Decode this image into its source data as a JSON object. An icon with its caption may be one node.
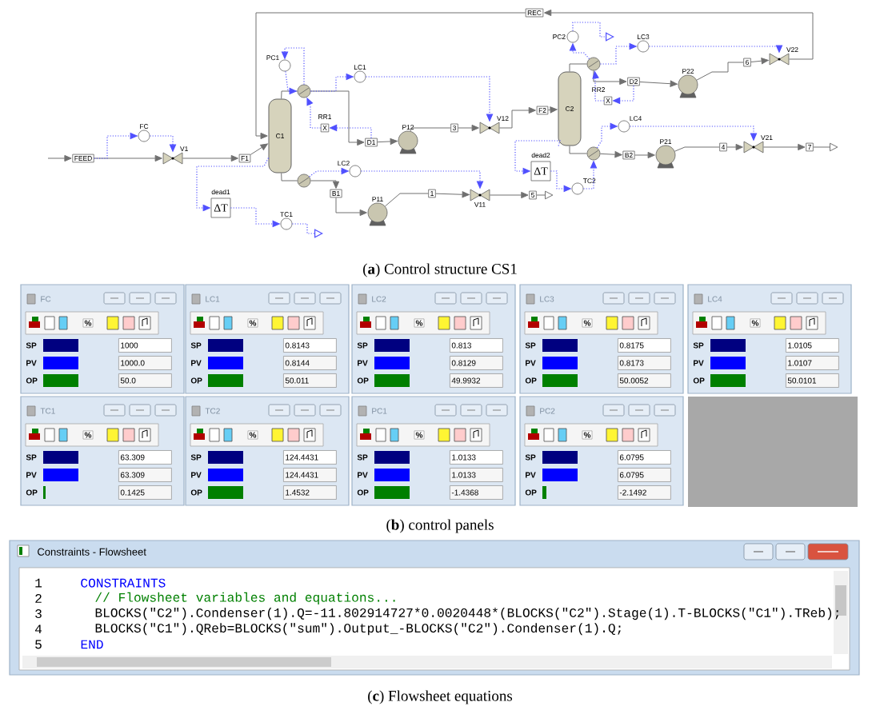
{
  "diagram": {
    "nodes": [
      {
        "text": [
          "FEED"
        ]
      },
      {
        "text": [
          "FC"
        ]
      },
      {
        "text": [
          "V1"
        ]
      },
      {
        "text": [
          "F1"
        ]
      },
      {
        "text": [
          "PC1"
        ]
      },
      {
        "text": [
          "LC1"
        ]
      },
      {
        "text": [
          "C1"
        ]
      },
      {
        "text": [],
        "shape": "circle"
      },
      {
        "text": [
          "RR1",
          "X"
        ]
      },
      {
        "text": [
          "D1"
        ]
      },
      {
        "text": [
          "P12"
        ]
      },
      {
        "text": [],
        "shape": "circle"
      },
      {
        "text": [
          "LC2"
        ]
      },
      {
        "text": [
          "B1"
        ]
      },
      {
        "text": [
          "P11"
        ]
      },
      {
        "text": [
          "1"
        ]
      },
      {
        "text": [
          "dead1",
          "ΔT"
        ]
      },
      {
        "text": [
          "TC1"
        ]
      },
      {
        "text": [
          "V11"
        ]
      },
      {
        "text": [
          "5"
        ]
      },
      {
        "text": [
          "REC"
        ]
      },
      {
        "text": [
          "3"
        ]
      },
      {
        "text": [
          "V12"
        ]
      },
      {
        "text": [
          "F2"
        ]
      },
      {
        "text": [
          "PC2"
        ]
      },
      {
        "text": [
          "LC3"
        ]
      },
      {
        "text": [
          "C2"
        ]
      },
      {
        "text": [],
        "shape": "circle"
      },
      {
        "text": [
          "D2"
        ]
      },
      {
        "text": [
          "RR2",
          "X"
        ]
      },
      {
        "text": [
          "P22"
        ]
      },
      {
        "text": [
          "6"
        ]
      },
      {
        "text": [
          "V22"
        ]
      },
      {
        "text": [
          "LC4"
        ]
      },
      {
        "text": [],
        "shape": "circle"
      },
      {
        "text": [
          "B2"
        ]
      },
      {
        "text": [
          "P21"
        ]
      },
      {
        "text": [
          "4"
        ]
      },
      {
        "text": [
          "V21"
        ]
      },
      {
        "text": [
          "7"
        ]
      },
      {
        "text": [
          "dead2",
          "ΔT"
        ]
      },
      {
        "text": [
          "TC2"
        ]
      }
    ],
    "edges": [
      {
        "from": null,
        "to": 0,
        "arrow": "to"
      },
      {
        "from": 0,
        "to": 2,
        "arrow": "to"
      },
      {
        "from": 2,
        "to": 3,
        "arrow": "to"
      },
      {
        "from": 3,
        "to": 6,
        "arrow": "to"
      },
      {
        "from": 6,
        "to": 7,
        "arrow": "none"
      },
      {
        "from": 7,
        "to": 9,
        "arrow": "to"
      },
      {
        "from": 9,
        "to": 10,
        "arrow": "to"
      },
      {
        "from": 10,
        "to": 21,
        "arrow": "none"
      },
      {
        "from": 21,
        "to": 22,
        "arrow": "to"
      },
      {
        "from": 22,
        "to": 23,
        "arrow": "to"
      },
      {
        "from": 23,
        "to": 26,
        "arrow": "to"
      },
      {
        "from": 6,
        "to": 11,
        "arrow": "none"
      },
      {
        "from": 11,
        "to": 13,
        "arrow": "to"
      },
      {
        "from": 13,
        "to": 14,
        "arrow": "to"
      },
      {
        "from": 14,
        "to": 15,
        "arrow": "none"
      },
      {
        "from": 15,
        "to": 18,
        "arrow": "to"
      },
      {
        "from": 18,
        "to": 19,
        "arrow": "to"
      },
      {
        "from": 19,
        "to": null,
        "arrow": "to"
      },
      {
        "from": 26,
        "to": 27,
        "arrow": "none"
      },
      {
        "from": 27,
        "to": 28,
        "arrow": "to"
      },
      {
        "from": 28,
        "to": 30,
        "arrow": "to"
      },
      {
        "from": 30,
        "to": 31,
        "arrow": "none"
      },
      {
        "from": 31,
        "to": 32,
        "arrow": "to"
      },
      {
        "from": 32,
        "to": 20,
        "arrow": "to"
      },
      {
        "from": 20,
        "to": 6,
        "arrow": "to"
      },
      {
        "from": 26,
        "to": 34,
        "arrow": "none"
      },
      {
        "from": 34,
        "to": 35,
        "arrow": "to"
      },
      {
        "from": 35,
        "to": 36,
        "arrow": "to"
      },
      {
        "from": 36,
        "to": 37,
        "arrow": "none"
      },
      {
        "from": 37,
        "to": 38,
        "arrow": "to"
      },
      {
        "from": 38,
        "to": 39,
        "arrow": "to"
      },
      {
        "from": 39,
        "to": null,
        "arrow": "to"
      },
      {
        "from": 0,
        "to": 1,
        "arrow": "to",
        "style": "dashed",
        "color": "#5050ff"
      },
      {
        "from": 1,
        "to": 2,
        "arrow": "to",
        "style": "dashed",
        "color": "#5050ff"
      },
      {
        "from": 7,
        "to": 4,
        "arrow": "to",
        "style": "dashed",
        "color": "#5050ff"
      },
      {
        "from": 4,
        "to": 7,
        "arrow": "to",
        "style": "dashed",
        "color": "#5050ff"
      },
      {
        "from": 7,
        "to": 5,
        "arrow": "to",
        "style": "dashed",
        "color": "#5050ff"
      },
      {
        "from": 5,
        "to": 22,
        "arrow": "to",
        "style": "dashed",
        "color": "#5050ff"
      },
      {
        "from": 9,
        "to": 8,
        "arrow": "to",
        "style": "dashed",
        "color": "#5050ff"
      },
      {
        "from": 8,
        "to": 7,
        "arrow": "to",
        "style": "dashed",
        "color": "#5050ff"
      },
      {
        "from": 11,
        "to": 12,
        "arrow": "to",
        "style": "dashed",
        "color": "#5050ff"
      },
      {
        "from": 12,
        "to": 18,
        "arrow": "to",
        "style": "dashed",
        "color": "#5050ff"
      },
      {
        "from": 6,
        "to": 16,
        "arrow": "to",
        "style": "dashed",
        "color": "#5050ff"
      },
      {
        "from": 16,
        "to": 17,
        "arrow": "to",
        "style": "dashed",
        "color": "#5050ff"
      },
      {
        "from": 17,
        "to": null,
        "arrow": "to",
        "style": "dashed",
        "color": "#5050ff"
      },
      {
        "from": 27,
        "to": 24,
        "arrow": "to",
        "style": "dashed",
        "color": "#5050ff"
      },
      {
        "from": 24,
        "to": null,
        "arrow": "to",
        "style": "dashed",
        "color": "#5050ff"
      },
      {
        "from": 27,
        "to": 25,
        "arrow": "to",
        "style": "dashed",
        "color": "#5050ff"
      },
      {
        "from": 25,
        "to": 32,
        "arrow": "to",
        "style": "dashed",
        "color": "#5050ff"
      },
      {
        "from": 28,
        "to": 29,
        "arrow": "to",
        "style": "dashed",
        "color": "#5050ff"
      },
      {
        "from": 29,
        "to": 27,
        "arrow": "to",
        "style": "dashed",
        "color": "#5050ff"
      },
      {
        "from": 34,
        "to": 33,
        "arrow": "to",
        "style": "dashed",
        "color": "#5050ff"
      },
      {
        "from": 33,
        "to": 38,
        "arrow": "to",
        "style": "dashed",
        "color": "#5050ff"
      },
      {
        "from": 26,
        "to": 40,
        "arrow": "to",
        "style": "dashed",
        "color": "#5050ff"
      },
      {
        "from": 40,
        "to": 41,
        "arrow": "to",
        "style": "dashed",
        "color": "#5050ff"
      },
      {
        "from": 41,
        "to": 34,
        "arrow": "to",
        "style": "dashed",
        "color": "#5050ff"
      }
    ],
    "labels": [
      "(**a**) Control structure CS1",
      "FC",
      "%",
      "SP",
      "1000",
      "PV",
      "1000.0",
      "OP",
      "50.0",
      "LC1",
      "%",
      "SP",
      "0.8143",
      "PV",
      "0.8144",
      "OP",
      "50.011",
      "LC2",
      "%",
      "SP",
      "0.813",
      "PV",
      "0.8129",
      "OP",
      "49.9932",
      "LC3",
      "%",
      "SP",
      "0.8175",
      "PV",
      "0.8173",
      "OP",
      "50.0052",
      "LC4",
      "%",
      "SP",
      "1.0105",
      "PV",
      "1.0107",
      "OP",
      "50.0101",
      "TC1",
      "%",
      "SP",
      "63.309",
      "PV",
      "63.309",
      "OP",
      "0.1425",
      "TC2",
      "%",
      "SP",
      "124.4431",
      "PV",
      "124.4431",
      "OP",
      "1.4532",
      "PC1",
      "%",
      "SP",
      "1.0133",
      "PV",
      "1.0133",
      "OP",
      "-1.4368",
      "PC2",
      "%",
      "SP",
      "6.0795",
      "PV",
      "6.0795",
      "OP",
      "-2.1492",
      "(**b**) control panels",
      "Constraints - Flowsheet",
      "1",
      "CONSTRAINTS",
      "2",
      "// Flowsheet variables and equations...",
      "3",
      "BLOCKS(\"C2\").Condenser(1).Q=-11.802914727*0.0020448*(BLOCKS(\"C2\").Stage(1).T-BLOCKS(\"C1\").TReb);",
      "4",
      "BLOCKS(\"C1\").QReb=BLOCKS(\"sum\").Output_-BLOCKS(\"C2\").Condenser(1).Q;",
      "5",
      "END",
      "(**c**) Flowsheet equations"
    ]
  }
}
